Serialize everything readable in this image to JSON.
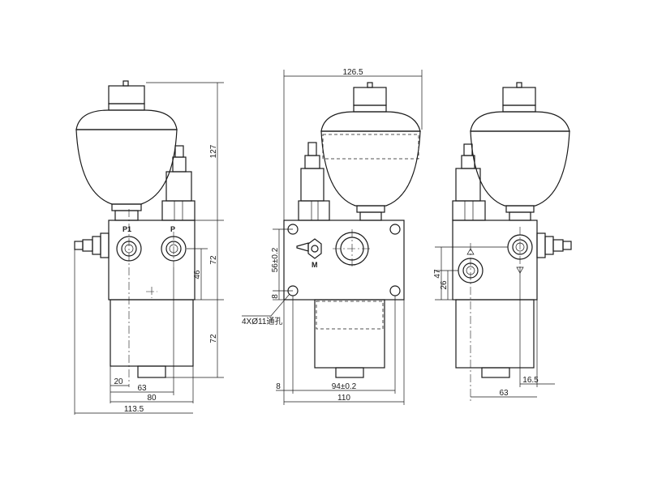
{
  "front_view": {
    "port_labels": [
      "P1",
      "P"
    ],
    "dims": {
      "height_top": "127",
      "height_block": "72",
      "port_spacing": "46",
      "height_body": "72",
      "offset": "20",
      "port_center": "63",
      "block_width": "80",
      "total_width": "113.5"
    }
  },
  "side_view": {
    "valve_label": "M",
    "dims": {
      "total_width": "126.5",
      "hole_spacing_v": "56±0.2",
      "hole_offset_v": "8",
      "holes_note": "4XØ11通孔",
      "hole_offset_h": "8",
      "hole_spacing_h": "94±0.2",
      "block_width": "110"
    }
  },
  "right_view": {
    "dims": {
      "height_upper": "47",
      "height_lower": "26",
      "offset_right": "16.5",
      "width": "63"
    }
  }
}
